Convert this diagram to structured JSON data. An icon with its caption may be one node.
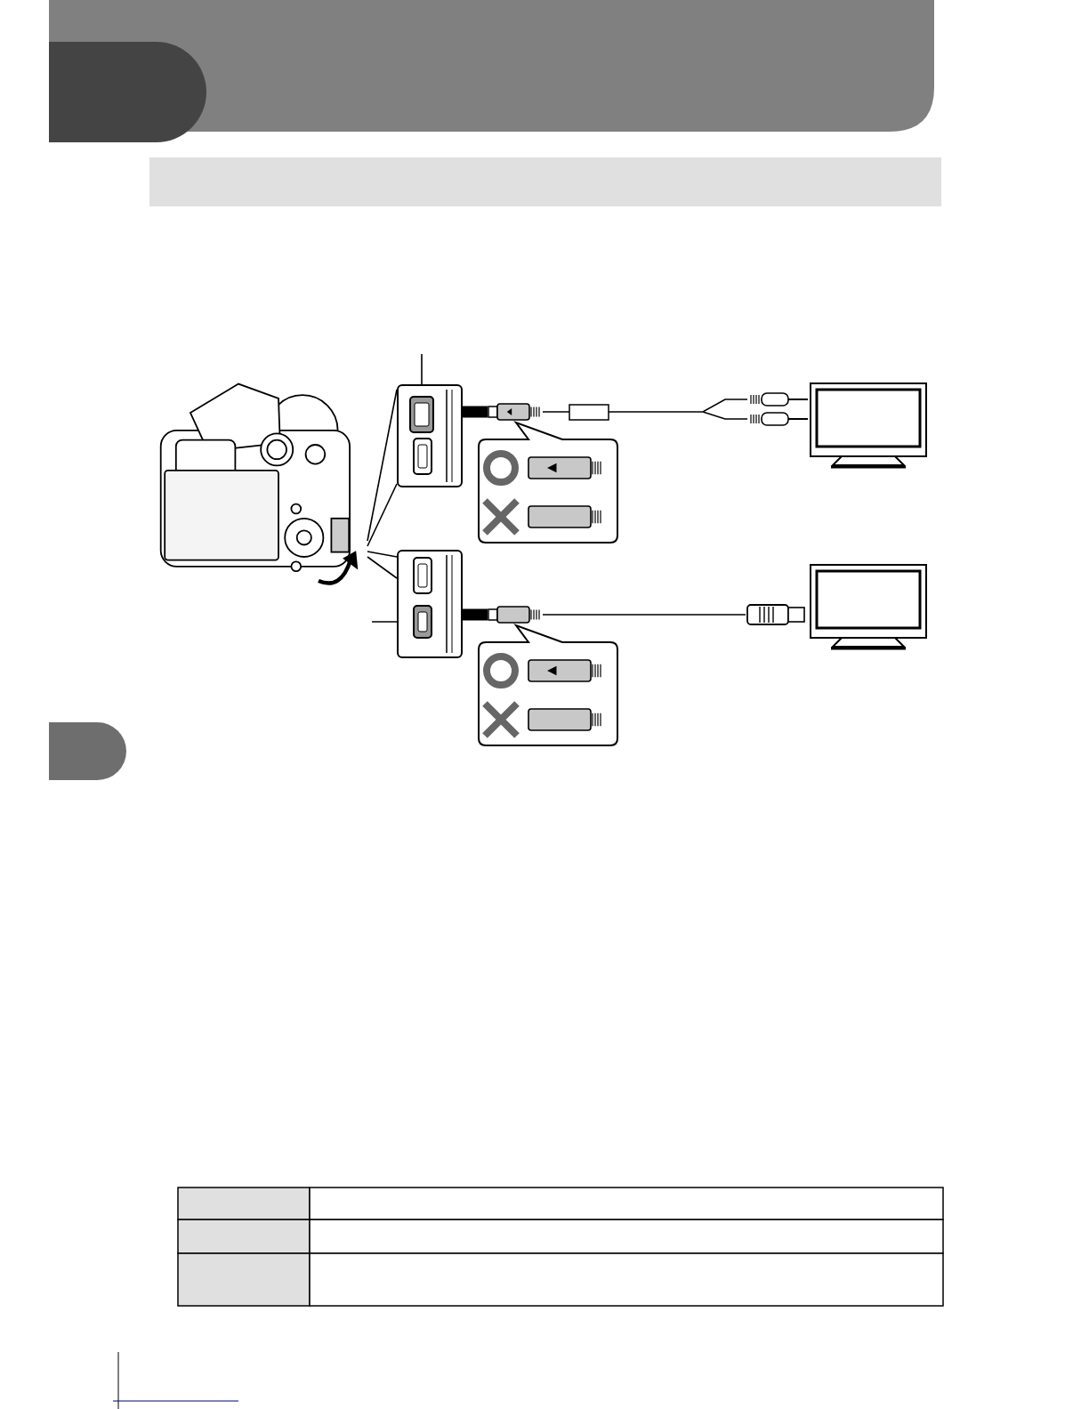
{
  "diagram": {
    "nodes": [
      {
        "text": [],
        "shape": "tab"
      },
      {
        "text": [],
        "shape": "bar"
      },
      {
        "text": [],
        "shape": "picture"
      },
      {
        "text": [],
        "shape": "box"
      },
      {
        "text": [],
        "shape": "port",
        "in": 3
      },
      {
        "text": [],
        "shape": "port",
        "in": 3
      },
      {
        "text": [],
        "shape": "box"
      },
      {
        "text": [],
        "shape": "port",
        "in": 6
      },
      {
        "text": [],
        "shape": "port",
        "in": 6
      },
      {
        "text": [],
        "shape": "plug"
      },
      {
        "text": [],
        "shape": "plug"
      },
      {
        "text": [],
        "shape": "monitor"
      },
      {
        "text": [],
        "shape": "callout"
      },
      {
        "text": [],
        "shape": "plug"
      },
      {
        "text": [],
        "shape": "plug"
      },
      {
        "text": [],
        "shape": "monitor"
      },
      {
        "text": [],
        "shape": "callout"
      },
      {
        "text": [],
        "shape": "tab"
      }
    ],
    "edges": [
      {
        "from": 9,
        "to": 4,
        "arrow": "to",
        "style": "thick"
      },
      {
        "from": 9,
        "to": 10,
        "arrow": "none"
      },
      {
        "from": 13,
        "to": 8,
        "arrow": "to",
        "style": "thick"
      },
      {
        "from": 13,
        "to": 14,
        "arrow": "none"
      },
      {
        "from": null,
        "to": 4,
        "arrow": "none"
      },
      {
        "from": null,
        "to": 8,
        "arrow": "none"
      },
      {
        "from": 2,
        "to": 3,
        "arrow": "none"
      },
      {
        "from": 2,
        "to": 3,
        "arrow": "none"
      },
      {
        "from": 2,
        "to": 6,
        "arrow": "none"
      },
      {
        "from": 2,
        "to": 6,
        "arrow": "none"
      }
    ]
  }
}
